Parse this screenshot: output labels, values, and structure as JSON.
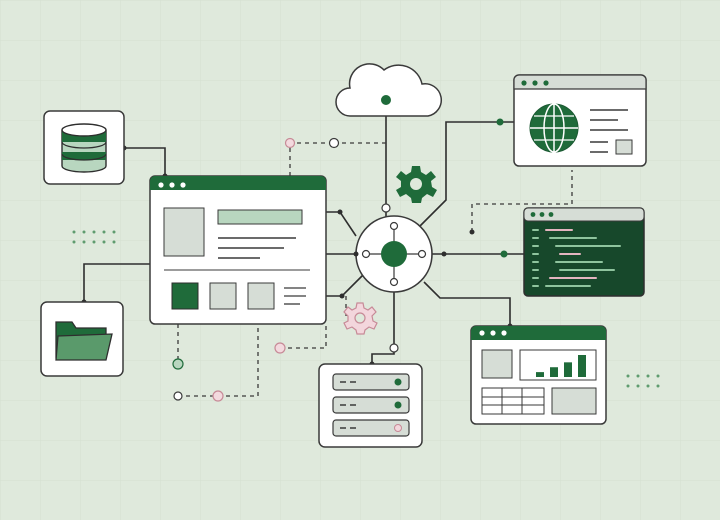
{
  "colors": {
    "background": "#dfe9dc",
    "primary_green": "#1f6b3a",
    "dark_green": "#1c5a33",
    "panel_fill": "#ffffff",
    "panel_stroke": "#3a3a3a",
    "light_gray_fill": "#d6ddd6",
    "mint_fill": "#b8d6bf",
    "pink_accent": "#e4b5c0",
    "code_bg": "#17482b"
  },
  "nodes": [
    {
      "name": "database-icon",
      "kind": "database"
    },
    {
      "name": "folder-icon",
      "kind": "folder"
    },
    {
      "name": "cloud-icon",
      "kind": "cloud"
    },
    {
      "name": "main-dashboard-window",
      "kind": "window"
    },
    {
      "name": "central-hub",
      "kind": "hub"
    },
    {
      "name": "browser-globe-window",
      "kind": "window"
    },
    {
      "name": "code-editor-window",
      "kind": "window"
    },
    {
      "name": "analytics-window",
      "kind": "window"
    },
    {
      "name": "server-rack",
      "kind": "server"
    },
    {
      "name": "gear-icon",
      "kind": "gear"
    },
    {
      "name": "settings-gear-pink-icon",
      "kind": "gear"
    }
  ],
  "bar_chart": {
    "values": [
      1,
      2,
      3,
      4.5
    ]
  }
}
